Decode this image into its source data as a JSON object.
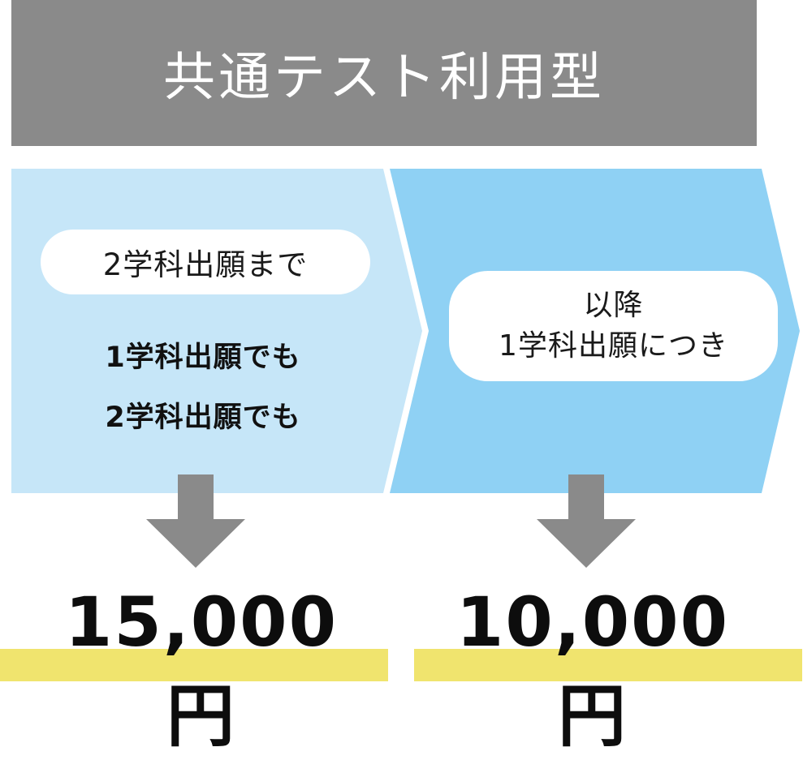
{
  "title": "共通テスト利用型",
  "left_panel": {
    "pill_text": "2学科出願まで",
    "lines": [
      "1学科出願でも",
      "2学科出願でも"
    ],
    "price": "15,000円"
  },
  "right_panel": {
    "pill_line1": "以降",
    "pill_line2": "1学科出願につき",
    "price": "10,000円"
  },
  "colors": {
    "title_bg": "#8a8a8a",
    "left_panel": "#c6e6f8",
    "right_panel": "#8fd1f4",
    "arrow": "#8a8a8a",
    "underline": "#f0e46e"
  }
}
